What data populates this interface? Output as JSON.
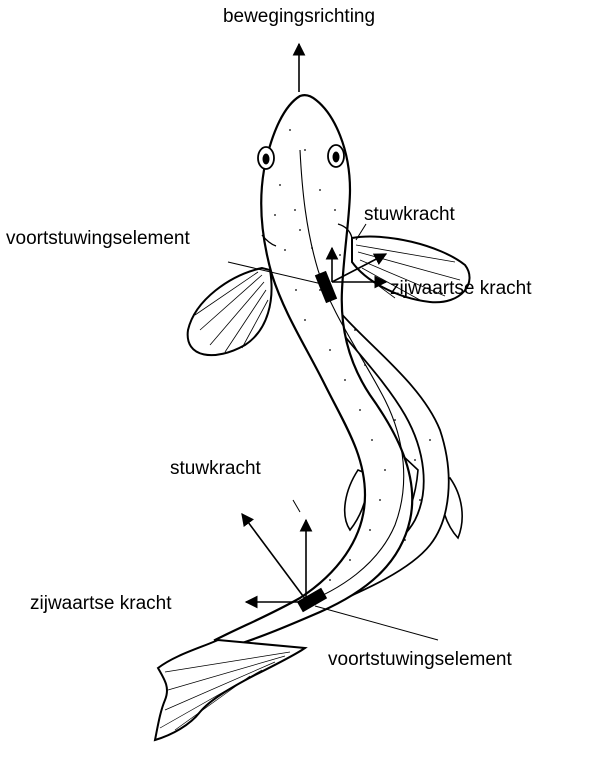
{
  "labels": {
    "direction": "bewegingsrichting",
    "thrust_top": "stuwkracht",
    "propulsion_top": "voortstuwingselement",
    "lateral_top": "zijwaartse kracht",
    "thrust_bottom": "stuwkracht",
    "lateral_bottom": "zijwaartse kracht",
    "propulsion_bottom": "voortstuwingselement"
  },
  "colors": {
    "ink": "#000000",
    "paper": "#ffffff"
  }
}
